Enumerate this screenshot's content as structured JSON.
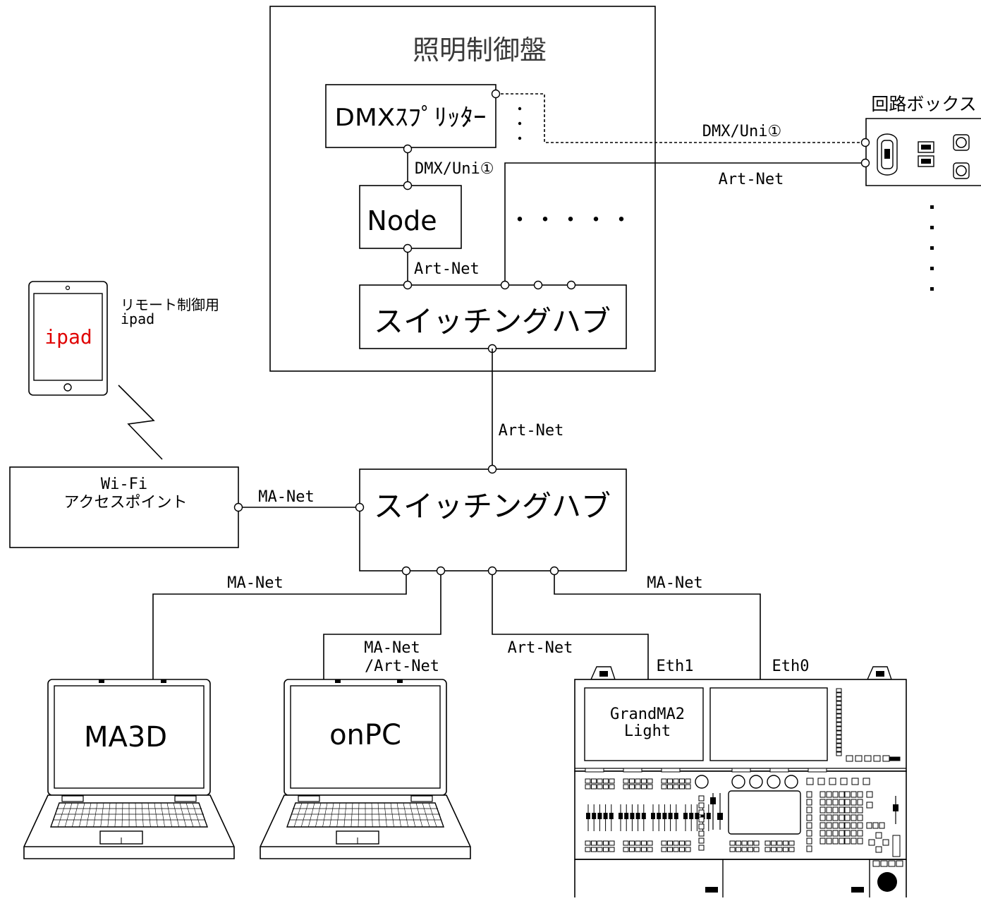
{
  "console_panel": {
    "title": "照明制御盤",
    "splitter_label": "DMXｽﾌﾟﾘｯﾀｰ",
    "node_label": "Node",
    "hub_label": "スイッチングハブ",
    "ellipsis": "・・・・・",
    "link_splitter_node": "DMX/Uni①",
    "link_node_hub": "Art-Net"
  },
  "circuit_box": {
    "title": "回路ボックス",
    "link_dmx": "DMX/Uni①",
    "link_artnet": "Art-Net"
  },
  "ipad": {
    "label": "ipad",
    "label_color": "#e00000",
    "caption_line1": "リモート制御用",
    "caption_line2": "ipad"
  },
  "wifi_ap": {
    "line1": "Wi-Fi",
    "line2": "アクセスポイント",
    "link_label": "MA-Net"
  },
  "main_hub": {
    "label": "スイッチングハブ",
    "uplink_label": "Art-Net"
  },
  "links": {
    "ma3d": "MA-Net",
    "onpc_line1": "MA-Net",
    "onpc_line2": "/Art-Net",
    "eth1": "Art-Net",
    "eth0": "MA-Net"
  },
  "laptops": [
    {
      "label": "MA3D"
    },
    {
      "label": "onPC"
    }
  ],
  "grandma": {
    "screen_line1": "GrandMA2",
    "screen_line2": "Light",
    "port1": "Eth1",
    "port0": "Eth0"
  }
}
